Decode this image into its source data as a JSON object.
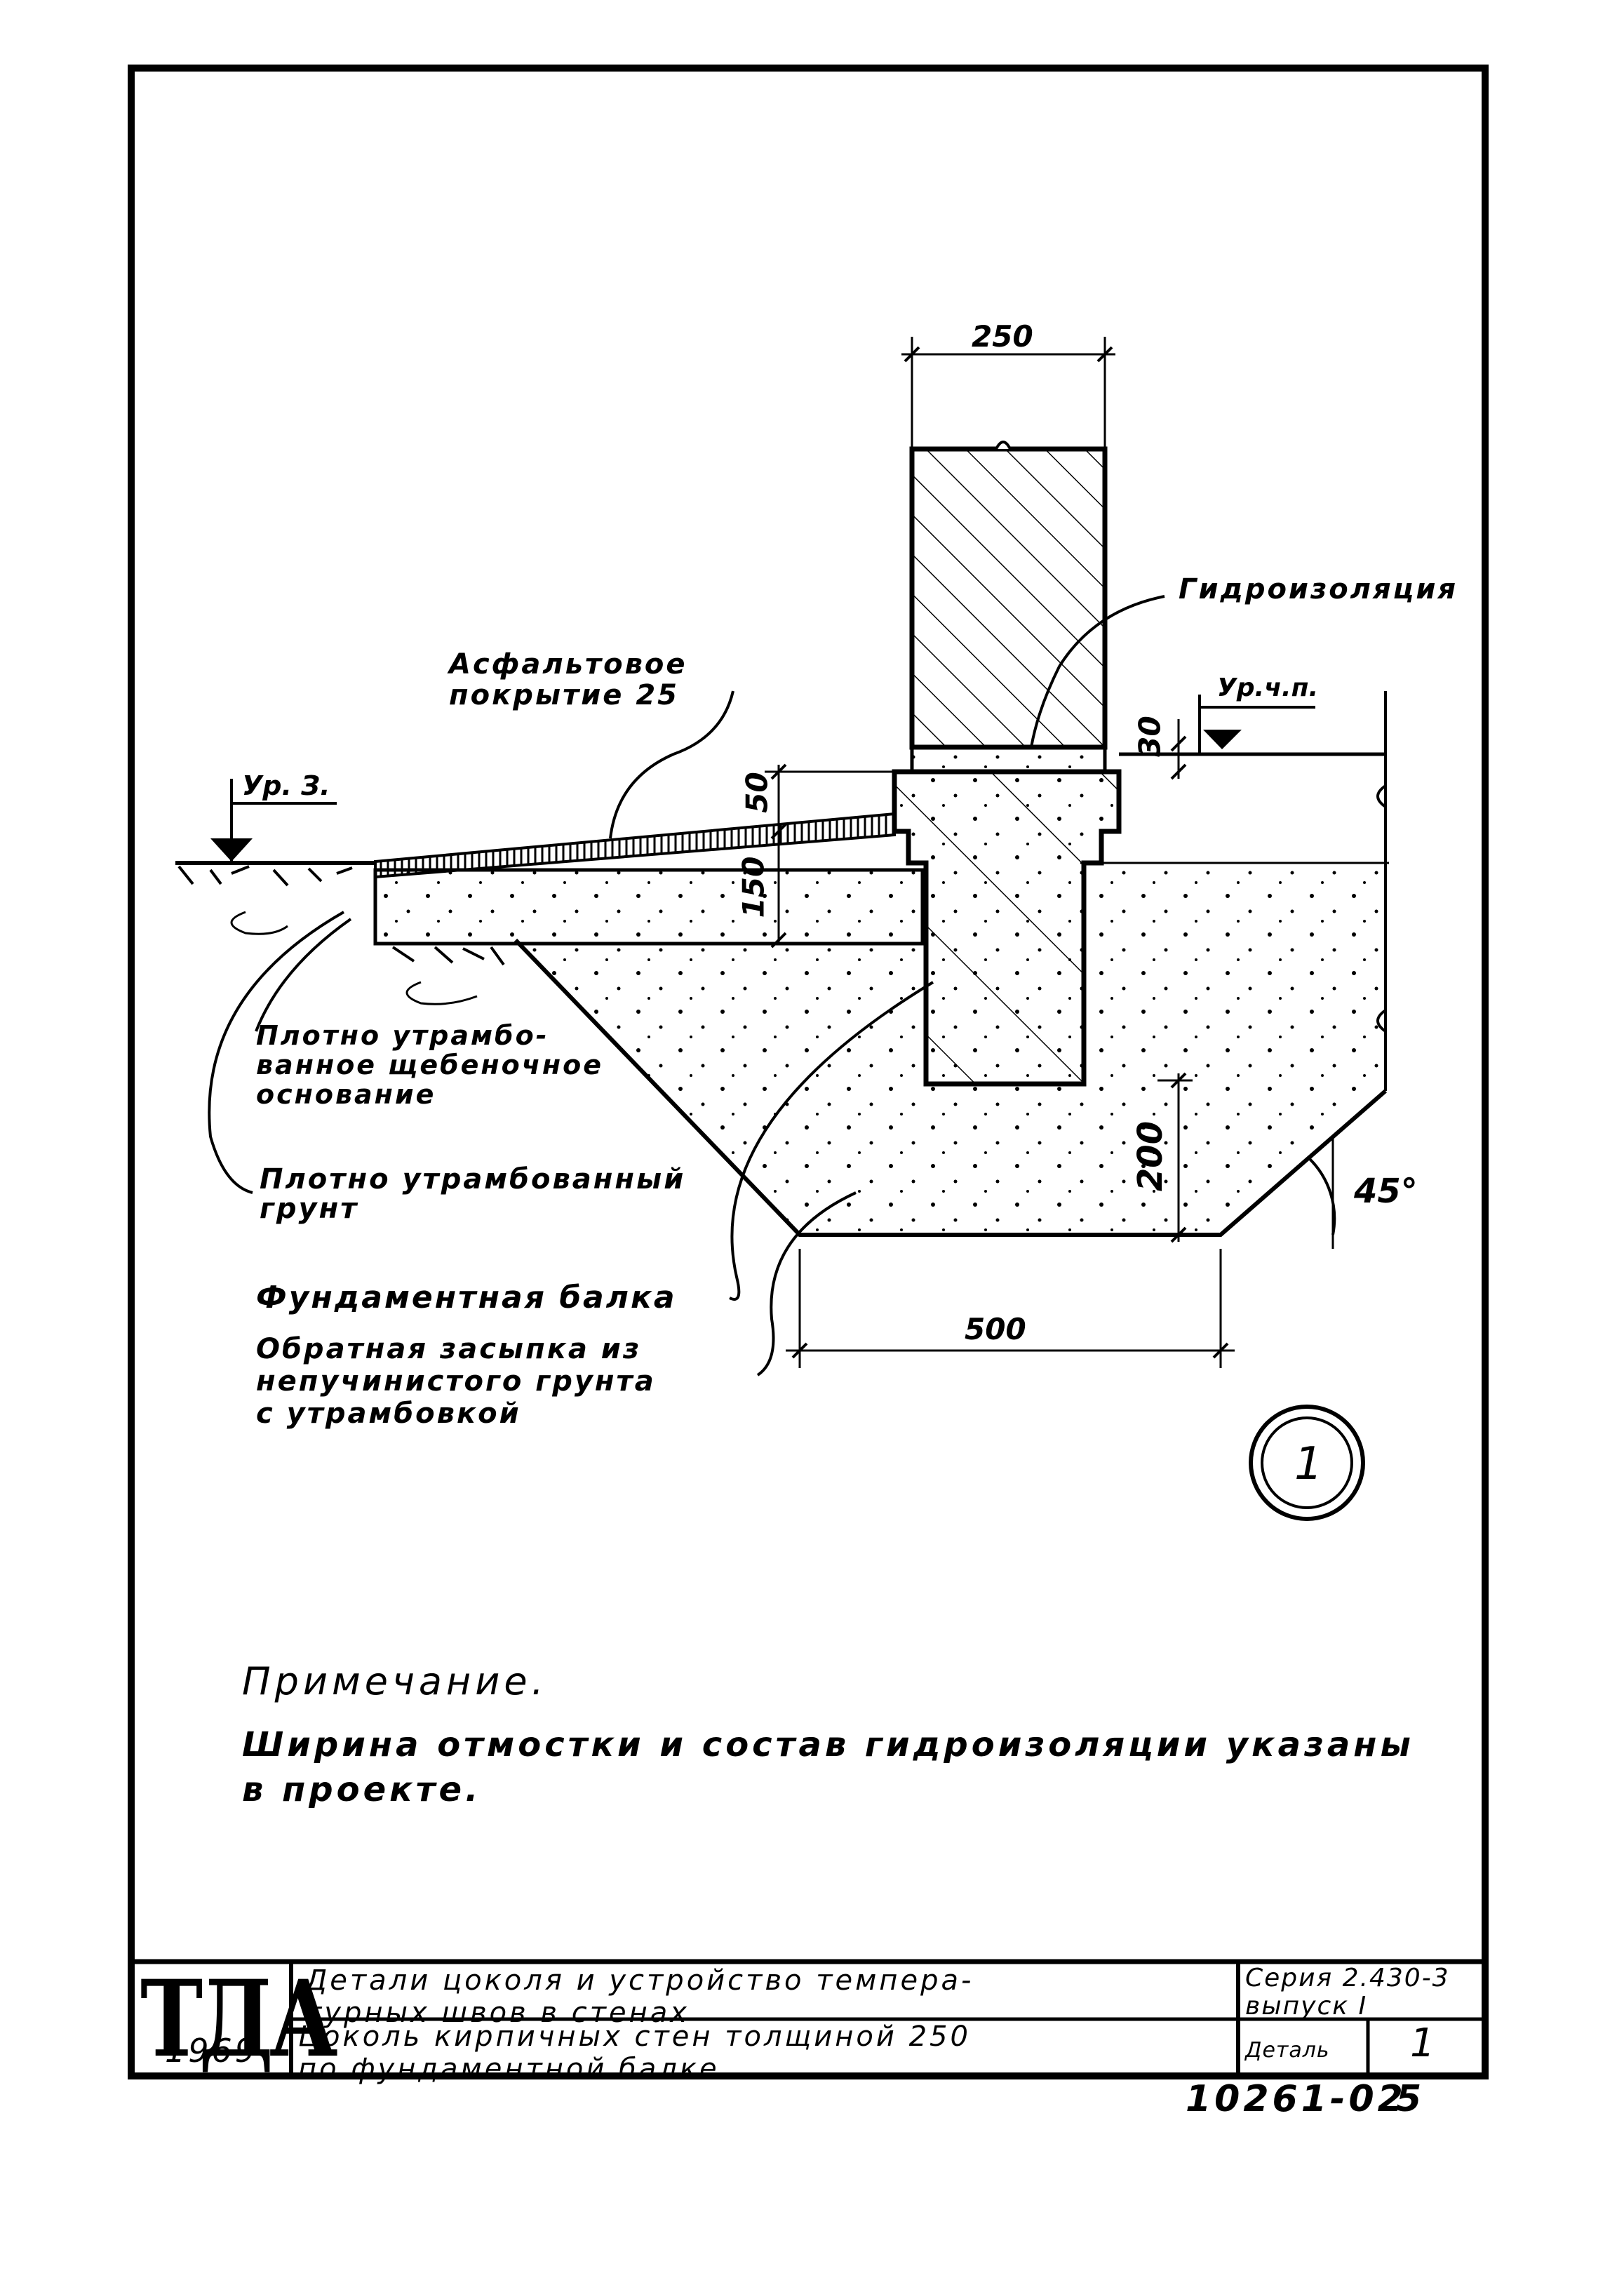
{
  "drawing": {
    "dimensions": {
      "wall_width": "250",
      "blinding": "30",
      "paving_step": "50",
      "beam_height": "150",
      "footing_height": "200",
      "footing_width": "500",
      "slope_angle": "45°"
    },
    "levels": {
      "ground": "Ур. З.",
      "floor": "Ур.ч.п."
    },
    "labels": {
      "waterproofing": "Гидроизоляция",
      "asphalt": "Асфальтовое\nпокрытие 25",
      "gravel_base": "Плотно утрамбо-\nванное щебеночное\nоснование",
      "compacted_soil": "Плотно утрамбованный\nгрунт",
      "foundation_beam": "Фундаментная балка",
      "backfill": "Обратная засыпка из\nнепучинистого грунта\nс утрамбовкой"
    },
    "detail_marker": "1"
  },
  "note": {
    "title": "Примечание.",
    "text": "Ширина отмостки и состав гидроизоляции указаны\nв проекте."
  },
  "title_block": {
    "org": "ТДА",
    "year": "1969",
    "series_title": "Детали цоколя и устройство темпера-\nтурных швов в стенах",
    "sheet_title": "Цоколь кирпичных стен толщиной 250\nпо фундаментной балке",
    "series_label": "Серия 2.430-3\nвыпуск I",
    "detail_label": "Деталь",
    "detail_number": "1"
  },
  "footer": {
    "doc_number": "10261-02",
    "page": "5"
  }
}
